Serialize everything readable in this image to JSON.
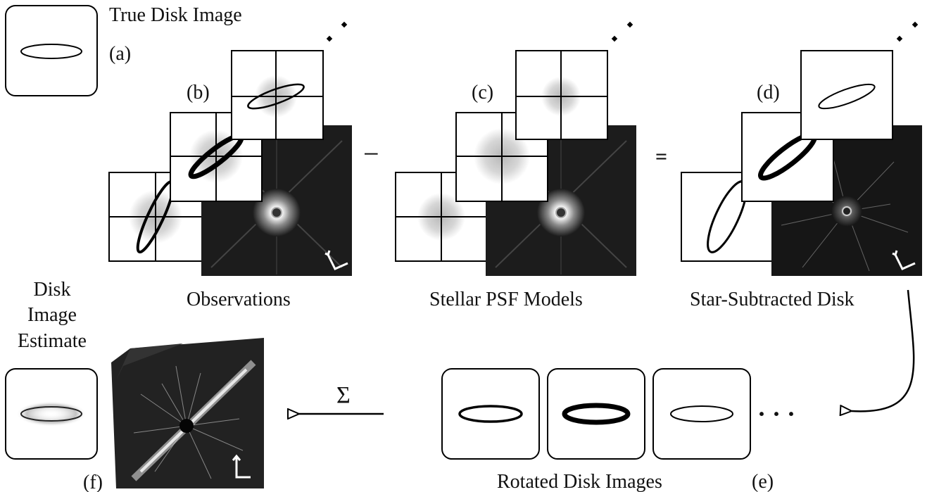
{
  "title": "True Disk Image",
  "panels": {
    "a": "(a)",
    "b": "(b)",
    "c": "(c)",
    "d": "(d)",
    "e": "(e)",
    "f": "(f)"
  },
  "captions": {
    "observations": "Observations",
    "psf_models": "Stellar PSF Models",
    "star_subtracted": "Star-Subtracted Disk",
    "rotated": "Rotated Disk Images",
    "estimate_line1": "Disk",
    "estimate_line2": "Image",
    "estimate_line3": "Estimate"
  },
  "operators": {
    "minus": "−",
    "equals": "=",
    "sum": "Σ",
    "ellipsis": "· · ·"
  },
  "colors": {
    "line": "#000000",
    "halo": "#cfcfcf",
    "dark_image": "#1a1a1a",
    "white": "#ffffff"
  }
}
